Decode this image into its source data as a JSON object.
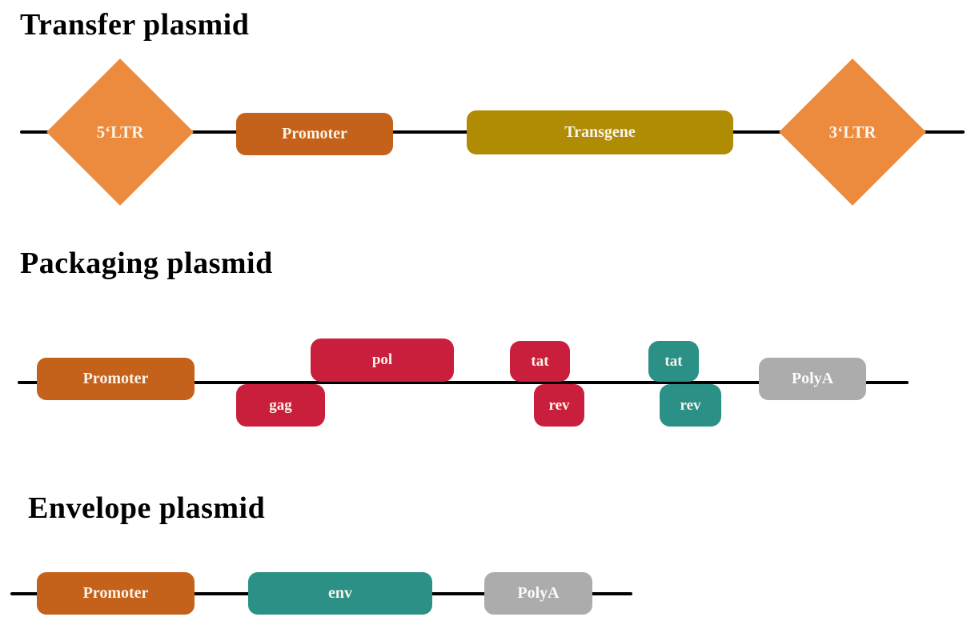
{
  "colors": {
    "ltr_orange": "#EC8B3E",
    "promoter_orange": "#C4611A",
    "transgene_gold": "#B08C05",
    "gene_crimson": "#C91F3C",
    "gene_teal": "#2B9086",
    "polya_gray": "#ACACAC",
    "line_black": "#000000"
  },
  "sections": [
    {
      "title": "Transfer plasmid",
      "elements": [
        {
          "label": "5‘LTR",
          "type": "ltr-diamond",
          "color": "ltr_orange",
          "position": "on-line"
        },
        {
          "label": "Promoter",
          "type": "box",
          "color": "promoter_orange",
          "position": "on-line"
        },
        {
          "label": "Transgene",
          "type": "box",
          "color": "transgene_gold",
          "position": "on-line"
        },
        {
          "label": "3‘LTR",
          "type": "ltr-diamond",
          "color": "ltr_orange",
          "position": "on-line"
        }
      ]
    },
    {
      "title": "Packaging plasmid",
      "elements": [
        {
          "label": "Promoter",
          "type": "box",
          "color": "promoter_orange",
          "position": "on-line"
        },
        {
          "label": "gag",
          "type": "box",
          "color": "gene_crimson",
          "position": "below-line"
        },
        {
          "label": "pol",
          "type": "box",
          "color": "gene_crimson",
          "position": "above-line"
        },
        {
          "label": "tat",
          "type": "box",
          "color": "gene_crimson",
          "position": "above-line"
        },
        {
          "label": "rev",
          "type": "box",
          "color": "gene_crimson",
          "position": "below-line"
        },
        {
          "label": "tat",
          "type": "box",
          "color": "gene_teal",
          "position": "above-line"
        },
        {
          "label": "rev",
          "type": "box",
          "color": "gene_teal",
          "position": "below-line"
        },
        {
          "label": "PolyA",
          "type": "box",
          "color": "polya_gray",
          "position": "on-line"
        }
      ]
    },
    {
      "title": "Envelope plasmid",
      "elements": [
        {
          "label": "Promoter",
          "type": "box",
          "color": "promoter_orange",
          "position": "on-line"
        },
        {
          "label": "env",
          "type": "box",
          "color": "gene_teal",
          "position": "on-line"
        },
        {
          "label": "PolyA",
          "type": "box",
          "color": "polya_gray",
          "position": "on-line"
        }
      ]
    }
  ]
}
